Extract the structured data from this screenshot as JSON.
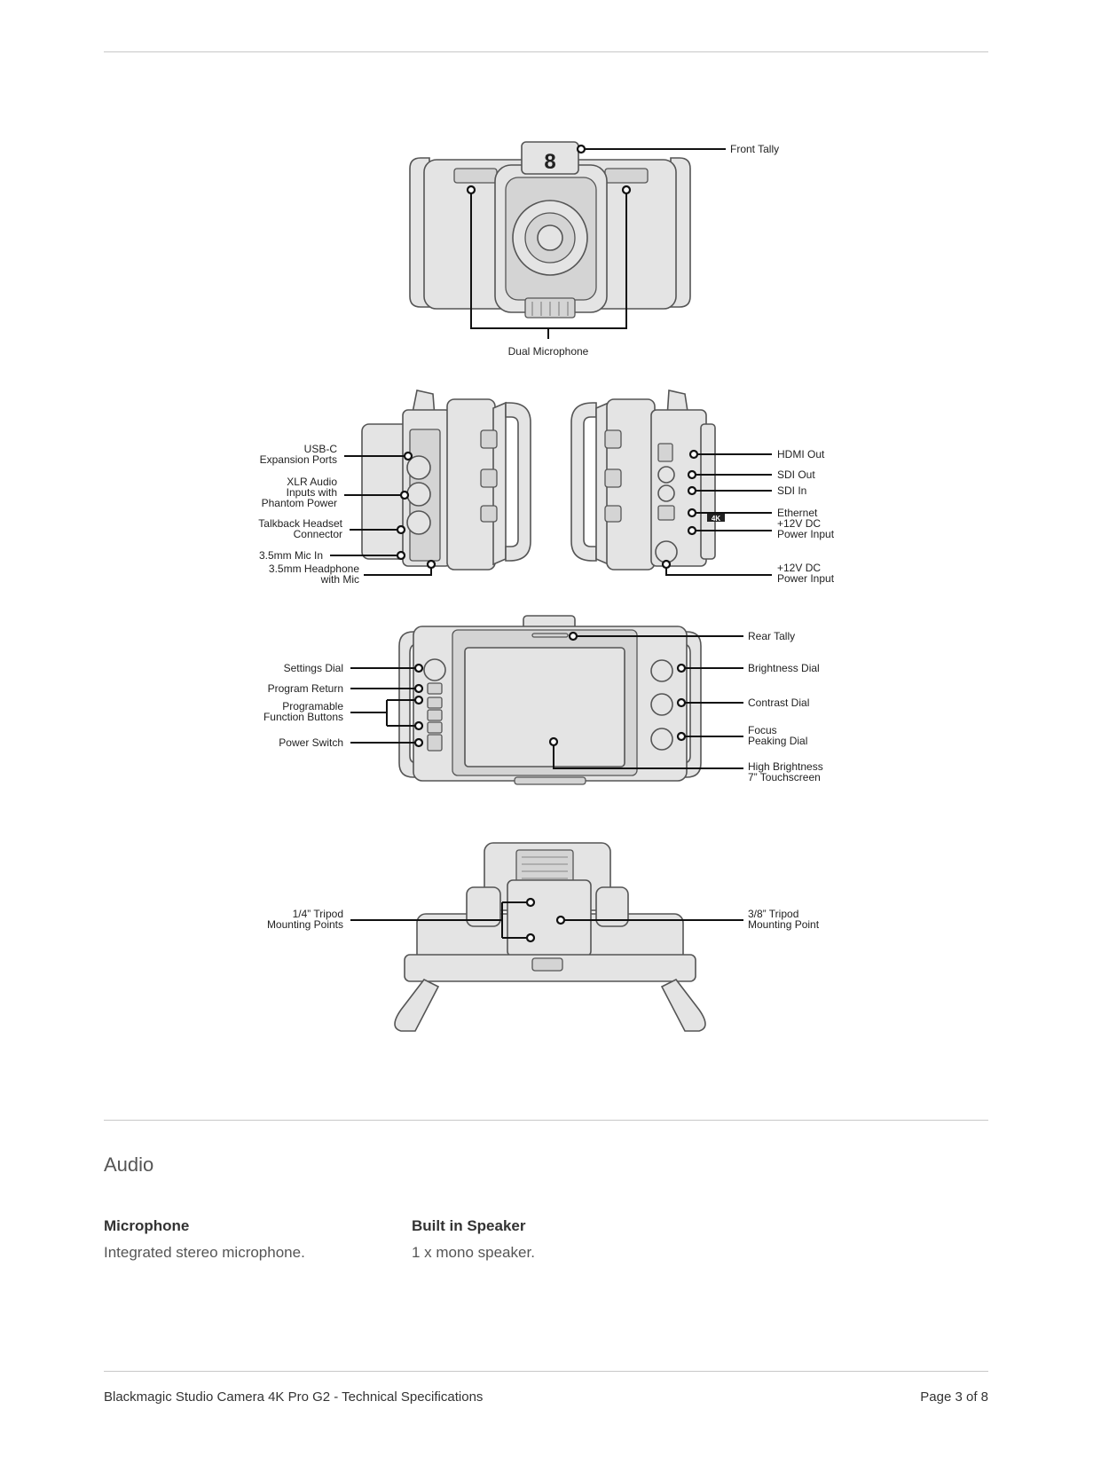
{
  "callouts": {
    "front_tally": "Front Tally",
    "dual_microphone": "Dual Microphone",
    "usbc_1": "USB-C",
    "usbc_2": "Expansion Ports",
    "xlr_1": "XLR Audio",
    "xlr_2": "Inputs with",
    "xlr_3": "Phantom Power",
    "talkback_1": "Talkback Headset",
    "talkback_2": "Connector",
    "mic_in": "3.5mm Mic In",
    "headphone_1": "3.5mm Headphone",
    "headphone_2": "with Mic",
    "hdmi_out": "HDMI Out",
    "sdi_out": "SDI Out",
    "sdi_in": "SDI In",
    "ethernet": "Ethernet",
    "dc1_1": "+12V DC",
    "dc1_2": "Power Input",
    "dc2_1": "+12V DC",
    "dc2_2": "Power Input",
    "rear_tally": "Rear Tally",
    "settings_dial": "Settings Dial",
    "program_return": "Program Return",
    "programable_1": "Programable",
    "programable_2": "Function Buttons",
    "power_switch": "Power Switch",
    "brightness_dial": "Brightness Dial",
    "contrast_dial": "Contrast Dial",
    "focus_1": "Focus",
    "focus_2": "Peaking Dial",
    "touch_1": "High Brightness",
    "touch_2": "7” Touchscreen",
    "tripod14_1": "1/4” Tripod",
    "tripod14_2": "Mounting Points",
    "tripod38_1": "3/8” Tripod",
    "tripod38_2": "Mounting Point",
    "tally_number": "8",
    "badge_4k": "4K"
  },
  "section": {
    "title": "Audio"
  },
  "specs": [
    {
      "heading": "Microphone",
      "value": "Integrated stereo microphone."
    },
    {
      "heading": "Built in Speaker",
      "value": "1 x mono speaker."
    }
  ],
  "footer": {
    "title": "Blackmagic Studio Camera 4K Pro G2 - Technical Specifications",
    "page": "Page 3 of 8"
  }
}
